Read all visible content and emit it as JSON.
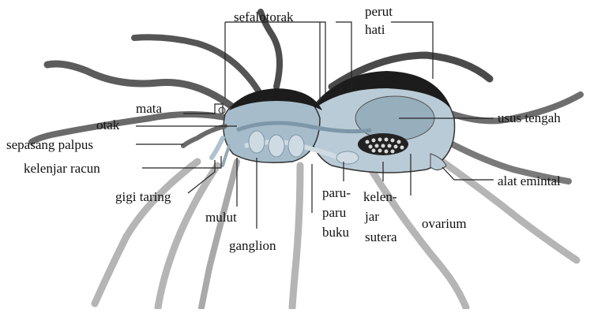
{
  "colors": {
    "leg": "#8f8f8f",
    "leg_dark": "#444444",
    "body_light": "#b9cbd6",
    "body_mid": "#97aebd",
    "carapace": "#1c1c1c",
    "line": "#222222",
    "glands": "#cfdbe3"
  },
  "labels": {
    "sefalotorak": "sefalotorak",
    "perut": "perut",
    "hati": "hati",
    "mata": "mata",
    "otak": "otak",
    "sepasang_palpus": "sepasang  palpus",
    "kelenjar_racun": "kelenjar racun",
    "gigi_taring": "gigi taring",
    "mulut": "mulut",
    "ganglion": "ganglion",
    "paru_line1": "paru-",
    "paru_line2": "paru",
    "paru_line3": "buku",
    "kelen_line1": "kelen-",
    "kelen_line2": "jar",
    "kelen_line3": "sutera",
    "ovarium": "ovarium",
    "usus_tengah": "usus tengah",
    "alat_emintal": "alat emintal"
  }
}
